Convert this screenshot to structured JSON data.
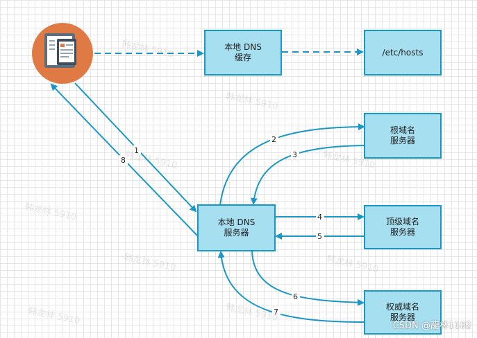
{
  "nodes": {
    "local_cache": [
      "本地 DNS",
      "缓存"
    ],
    "etc_hosts": [
      "/etc/hosts"
    ],
    "root_server": [
      "根域名",
      "服务器"
    ],
    "local_dns_server": [
      "本地 DNS",
      "服务器"
    ],
    "tld_server": [
      "顶级域名",
      "服务器"
    ],
    "auth_server": [
      "权威域名",
      "服务器"
    ]
  },
  "edges": {
    "e1": "1",
    "e2": "2",
    "e3": "3",
    "e4": "4",
    "e5": "5",
    "e6": "6",
    "e7": "7",
    "e8": "8"
  },
  "icons": {
    "client": "browser-device-icon"
  },
  "colors": {
    "accent": "#1998c7",
    "node_fill": "#a6dff0",
    "client_circle": "#e07a45"
  },
  "watermark_text": "韩龙林 5910",
  "credit": "CSDN @龍林1102"
}
